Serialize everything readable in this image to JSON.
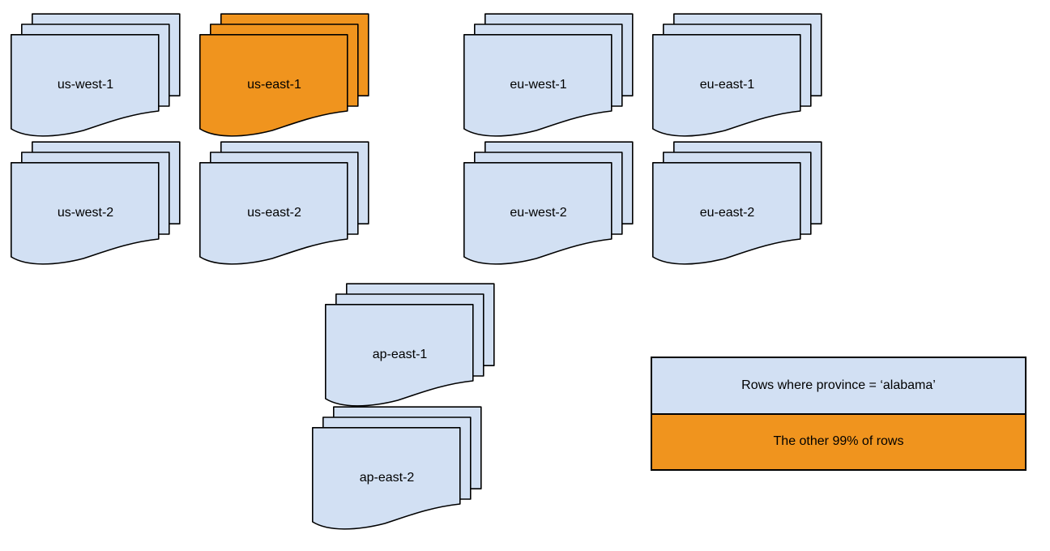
{
  "colors": {
    "blue": "#d2e0f3",
    "orange": "#f0941e",
    "stroke": "#000000",
    "background": "#ffffff"
  },
  "stacks": [
    {
      "label": "us-west-1",
      "variant": "blue"
    },
    {
      "label": "us-east-1",
      "variant": "orange"
    },
    {
      "label": "eu-west-1",
      "variant": "blue"
    },
    {
      "label": "eu-east-1",
      "variant": "blue"
    },
    {
      "label": "us-west-2",
      "variant": "blue"
    },
    {
      "label": "us-east-2",
      "variant": "blue"
    },
    {
      "label": "eu-west-2",
      "variant": "blue"
    },
    {
      "label": "eu-east-2",
      "variant": "blue"
    },
    {
      "label": "ap-east-1",
      "variant": "blue"
    },
    {
      "label": "ap-east-2",
      "variant": "blue"
    }
  ],
  "legend": {
    "items": [
      {
        "label": "Rows where province = ‘alabama’",
        "variant": "blue"
      },
      {
        "label": "The other 99% of rows",
        "variant": "orange"
      }
    ]
  }
}
